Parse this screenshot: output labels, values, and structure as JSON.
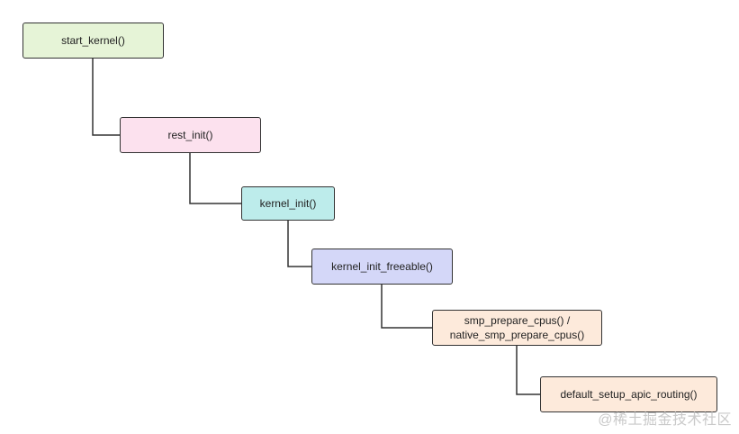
{
  "nodes": [
    {
      "id": "n1",
      "label": "start_kernel()",
      "color": "#e6f4d7"
    },
    {
      "id": "n2",
      "label": "rest_init()",
      "color": "#fce1ee"
    },
    {
      "id": "n3",
      "label": "kernel_init()",
      "color": "#bdeceb"
    },
    {
      "id": "n4",
      "label": "kernel_init_freeable()",
      "color": "#d4d7f8"
    },
    {
      "id": "n5",
      "label": "smp_prepare_cpus() /\nnative_smp_prepare_cpus()",
      "color": "#fdeadb"
    },
    {
      "id": "n6",
      "label": "default_setup_apic_routing()",
      "color": "#fdeadb"
    }
  ],
  "edges": [
    {
      "from": "start_kernel()",
      "to": "rest_init()"
    },
    {
      "from": "rest_init()",
      "to": "kernel_init()"
    },
    {
      "from": "kernel_init()",
      "to": "kernel_init_freeable()"
    },
    {
      "from": "kernel_init_freeable()",
      "to": "smp_prepare_cpus() / native_smp_prepare_cpus()"
    },
    {
      "from": "smp_prepare_cpus() / native_smp_prepare_cpus()",
      "to": "default_setup_apic_routing()"
    }
  ],
  "watermark": "@稀土掘金技术社区"
}
